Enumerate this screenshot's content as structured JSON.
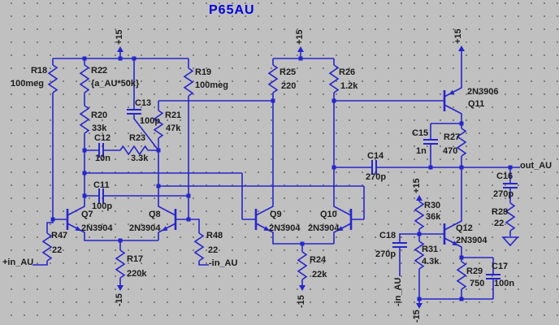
{
  "title": "P65AU",
  "colors": {
    "background": "#c0c0c0",
    "wire": "#2626cc",
    "text": "#1c1c1c",
    "title_text": "#0202e0"
  },
  "nets": {
    "vplus": "+15",
    "vminus": "-15",
    "in_pos": "+in_AU",
    "in_neg": "-in_AU",
    "out": "out_AU"
  },
  "components": {
    "r18": {
      "name": "R18",
      "value": "100meg"
    },
    "r22": {
      "name": "R22",
      "value": "{a_AU*50k}"
    },
    "r19": {
      "name": "R19",
      "value": "100meg"
    },
    "r20": {
      "name": "R20",
      "value": "33k"
    },
    "r21": {
      "name": "R21",
      "value": "47k"
    },
    "c13": {
      "name": "C13",
      "value": "100p"
    },
    "c12": {
      "name": "C12",
      "value": "10n"
    },
    "r23": {
      "name": "R23",
      "value": "3.3k"
    },
    "c11": {
      "name": "C11",
      "value": "100p"
    },
    "q7": {
      "name": "Q7",
      "value": "2N3904"
    },
    "q8": {
      "name": "Q8",
      "value": "2N3904"
    },
    "r47": {
      "name": "R47",
      "value": "22"
    },
    "r48": {
      "name": "R48",
      "value": "22"
    },
    "r17": {
      "name": "R17",
      "value": "220k"
    },
    "r25": {
      "name": "R25",
      "value": "220"
    },
    "r26": {
      "name": "R26",
      "value": "1.2k"
    },
    "q9": {
      "name": "Q9",
      "value": "2N3904"
    },
    "q10": {
      "name": "Q10",
      "value": "2N3904"
    },
    "r24": {
      "name": "R24",
      "value": "22k"
    },
    "q11": {
      "name": "Q11",
      "value": "2N3906"
    },
    "c15": {
      "name": "C15",
      "value": "1n"
    },
    "r27": {
      "name": "R27",
      "value": "470"
    },
    "c14": {
      "name": "C14",
      "value": "270p"
    },
    "c16": {
      "name": "C16",
      "value": "270p"
    },
    "r28": {
      "name": "R28",
      "value": "22"
    },
    "r30": {
      "name": "R30",
      "value": "36k"
    },
    "c18": {
      "name": "C18",
      "value": "270p"
    },
    "r31": {
      "name": "R31",
      "value": "4.3k"
    },
    "q12": {
      "name": "Q12",
      "value": "2N3904"
    },
    "r29": {
      "name": "R29",
      "value": "750"
    },
    "c17": {
      "name": "C17",
      "value": "100n"
    }
  }
}
